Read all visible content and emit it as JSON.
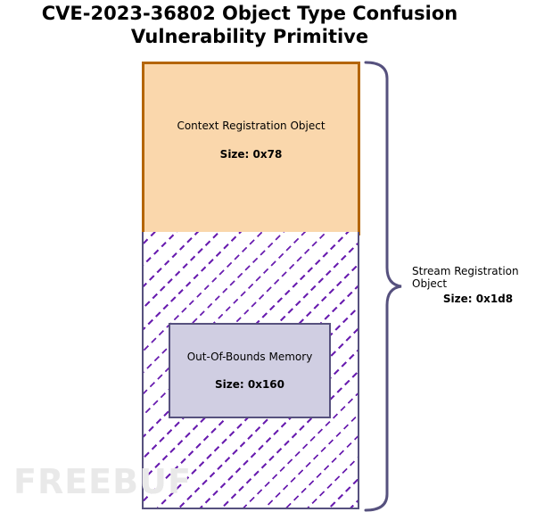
{
  "title": {
    "line1": "CVE-2023-36802 Object Type Confusion",
    "line2": "Vulnerability Primitive"
  },
  "context_object": {
    "label": "Context Registration Object",
    "size": "Size: 0x78",
    "fill": "#fad7ac",
    "stroke": "#b46504"
  },
  "oob_memory": {
    "label": "Out-Of-Bounds Memory",
    "size": "Size: 0x160",
    "fill": "#d0cee2",
    "stroke": "#56517e"
  },
  "stream_object": {
    "label": "Stream Registration Object",
    "size": "Size: 0x1d8",
    "hatch_color": "#6a1fb0"
  },
  "watermark": {
    "text": "FREEBUF"
  }
}
